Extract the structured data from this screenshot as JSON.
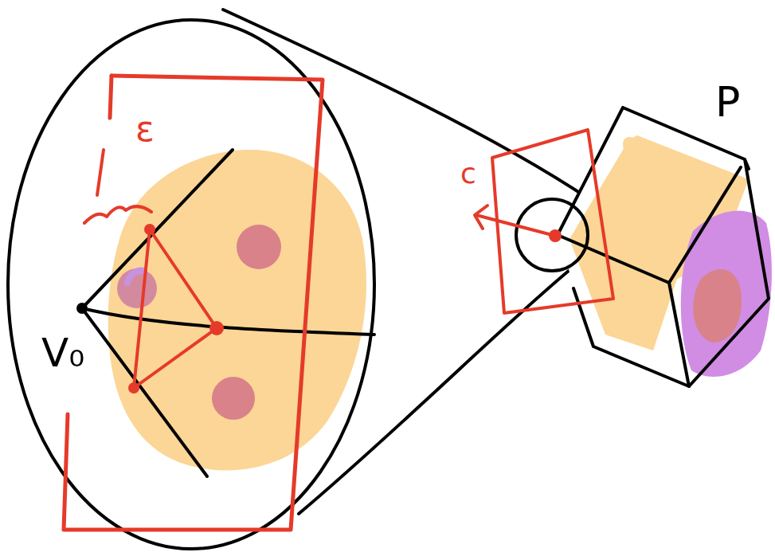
{
  "diagram": {
    "labels": [
      "P",
      "ε",
      "c",
      "V₀"
    ]
  }
}
